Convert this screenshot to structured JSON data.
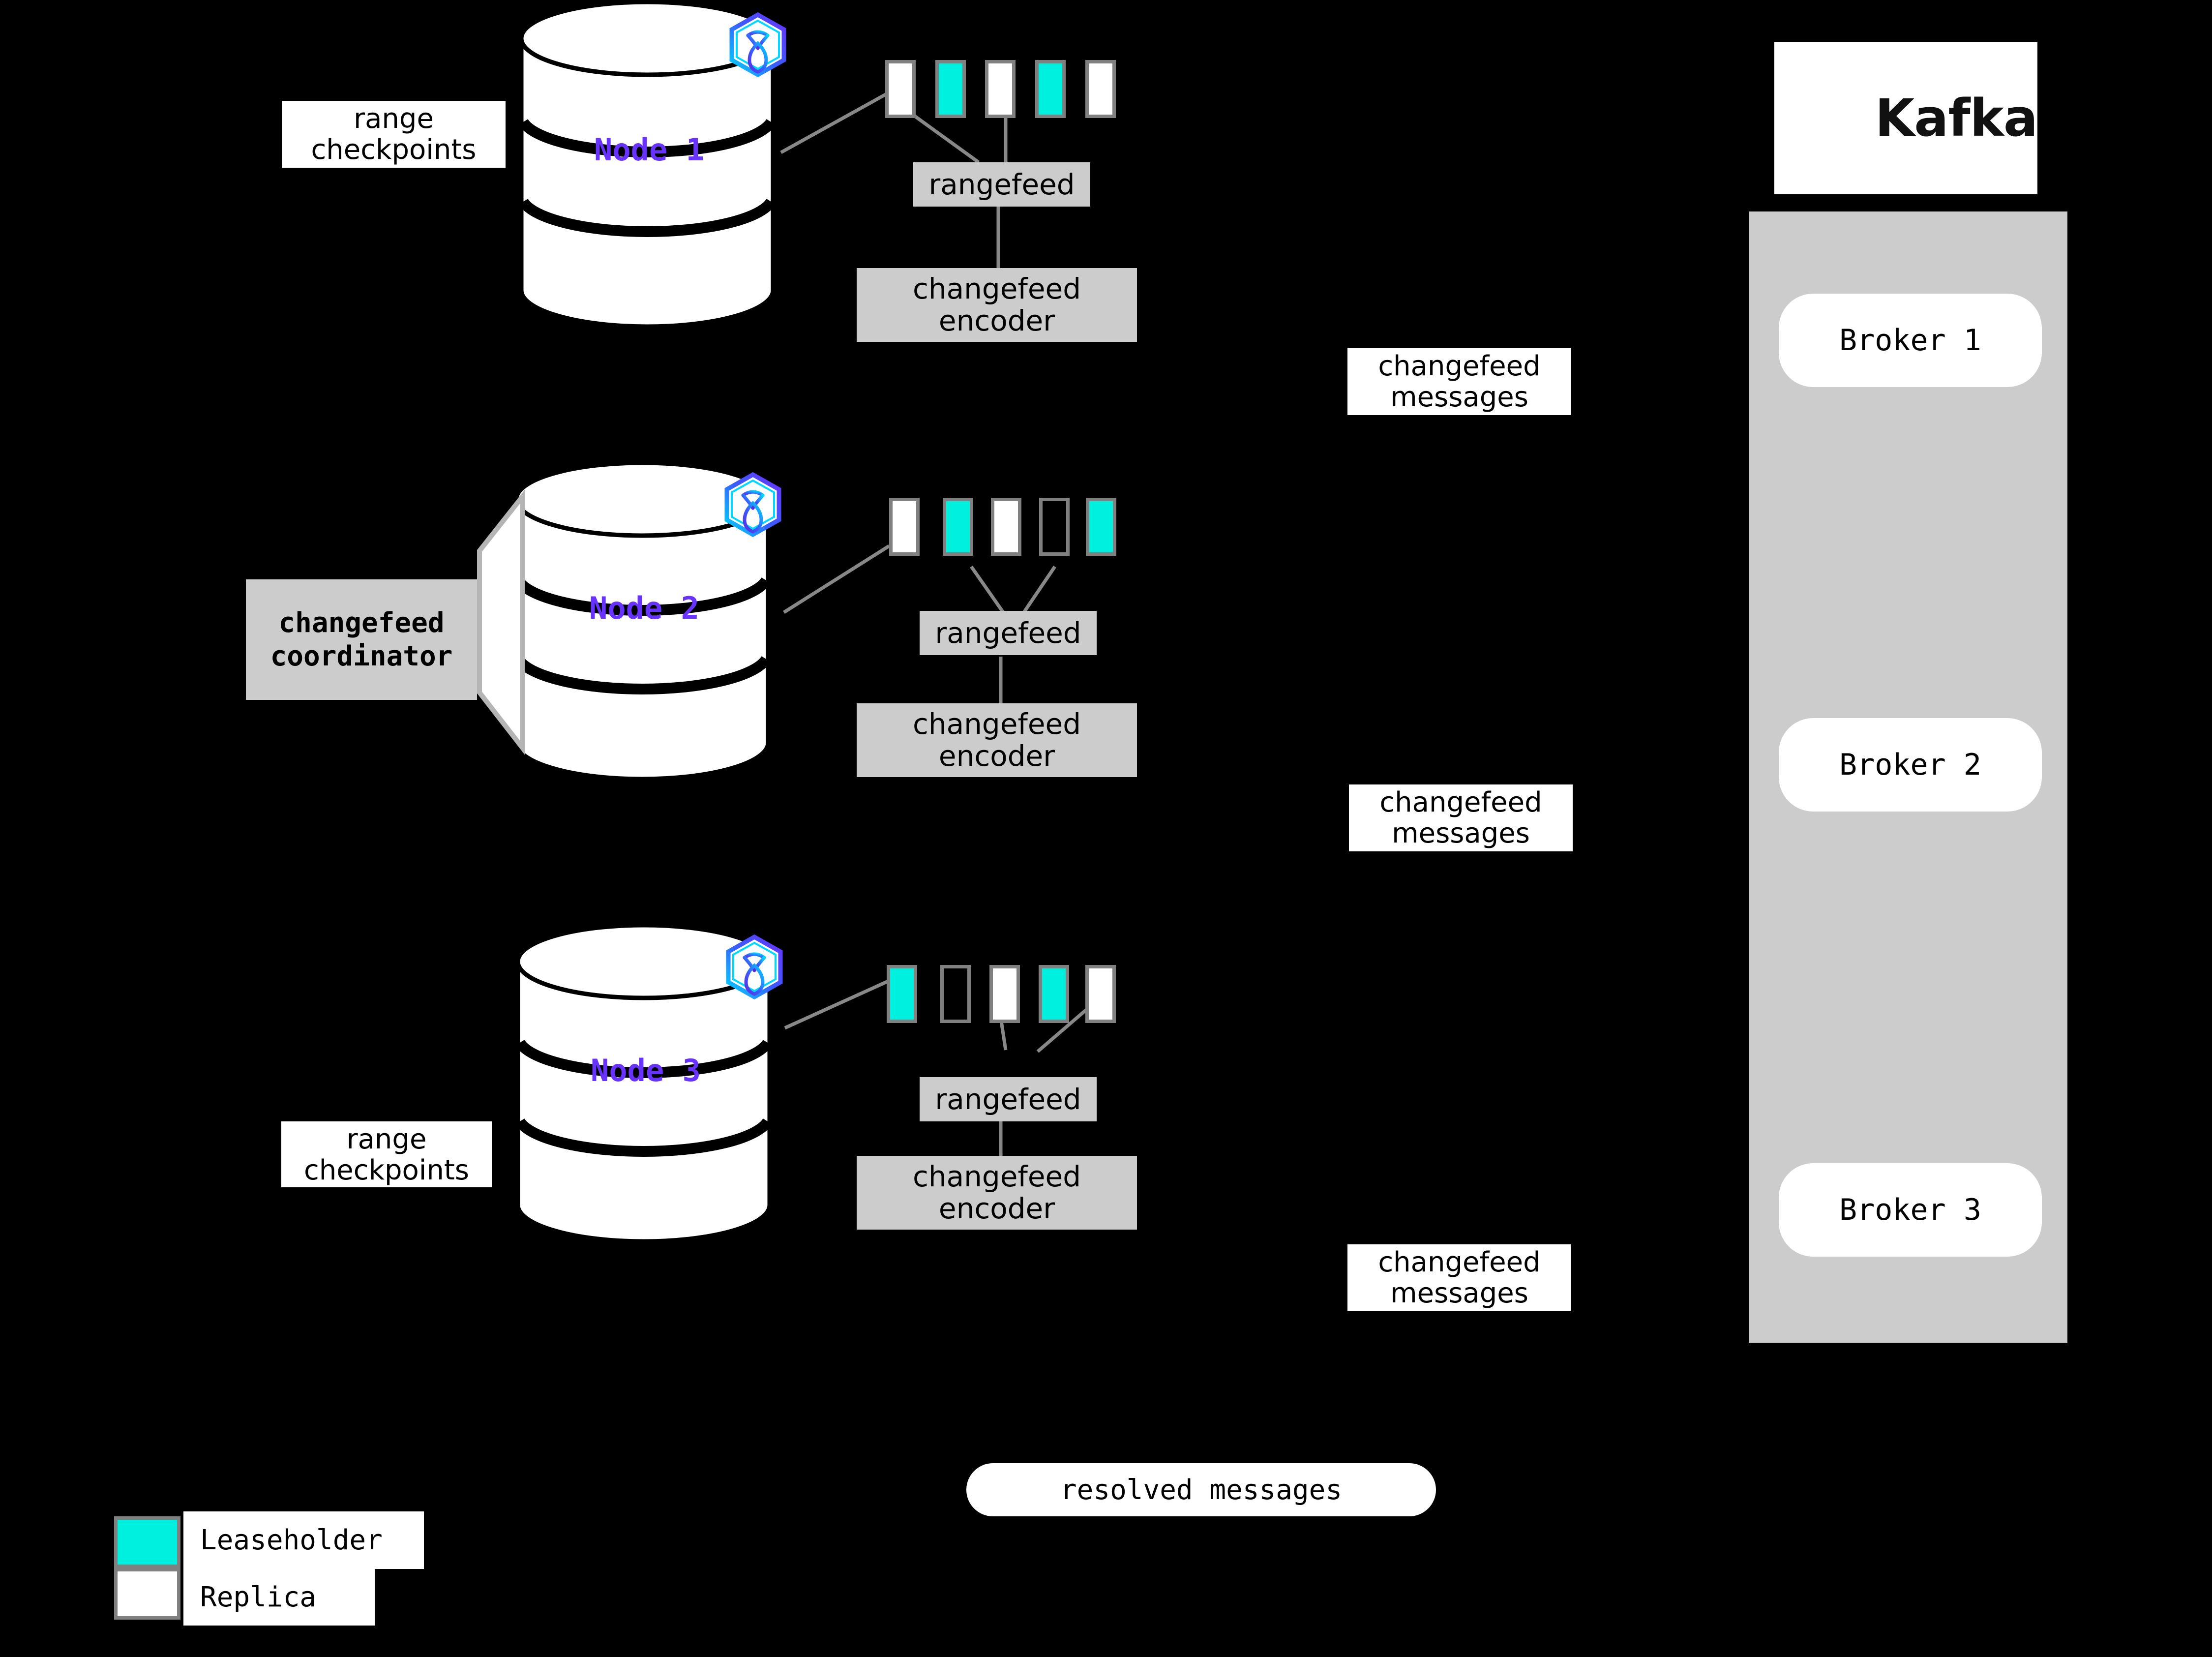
{
  "diagram": {
    "title": "CockroachDB changefeed to Kafka architecture",
    "background_color": "#000000",
    "accent_purple": "#6933FF",
    "leaseholder_color": "#00F0E0",
    "replica_color": "#FFFFFF",
    "box_gray": "#CCCCCC",
    "border_gray": "#808080"
  },
  "nodes": [
    {
      "label": "Node 1",
      "logo_name": "cockroachdb-logo",
      "ranges": [
        "replica",
        "leaseholder",
        "replica",
        "leaseholder",
        "replica"
      ],
      "rangefeed_label": "rangefeed",
      "encoder_label": "changefeed encoder",
      "encoder_line1": "changefeed",
      "encoder_line2": "encoder"
    },
    {
      "label": "Node 2",
      "logo_name": "cockroachdb-logo",
      "ranges": [
        "replica",
        "leaseholder",
        "replica",
        "empty",
        "leaseholder"
      ],
      "rangefeed_label": "rangefeed",
      "encoder_label": "changefeed encoder",
      "encoder_line1": "changefeed",
      "encoder_line2": "encoder"
    },
    {
      "label": "Node 3",
      "logo_name": "cockroachdb-logo",
      "ranges": [
        "leaseholder",
        "empty",
        "replica",
        "leaseholder",
        "replica"
      ],
      "rangefeed_label": "rangefeed",
      "encoder_label": "changefeed encoder",
      "encoder_line1": "changefeed",
      "encoder_line2": "encoder"
    }
  ],
  "coordinator": {
    "line1": "changefeed",
    "line2": "coordinator"
  },
  "checkpoint_labels": [
    {
      "line1": "range",
      "line2": "checkpoints"
    },
    {
      "line1": "range",
      "line2": "checkpoints"
    }
  ],
  "message_labels": [
    {
      "line1": "changefeed",
      "line2": "messages"
    },
    {
      "line1": "changefeed",
      "line2": "messages"
    },
    {
      "line1": "changefeed",
      "line2": "messages"
    }
  ],
  "resolved": {
    "label": "resolved messages"
  },
  "kafka": {
    "wordmark": "Kafka",
    "logo_name": "kafka-logo",
    "brokers": [
      {
        "label": "Broker 1"
      },
      {
        "label": "Broker 2"
      },
      {
        "label": "Broker 3"
      }
    ]
  },
  "legend": {
    "items": [
      {
        "label": "Leaseholder",
        "color": "#00F0E0"
      },
      {
        "label": "Replica",
        "color": "#FFFFFF"
      }
    ]
  }
}
